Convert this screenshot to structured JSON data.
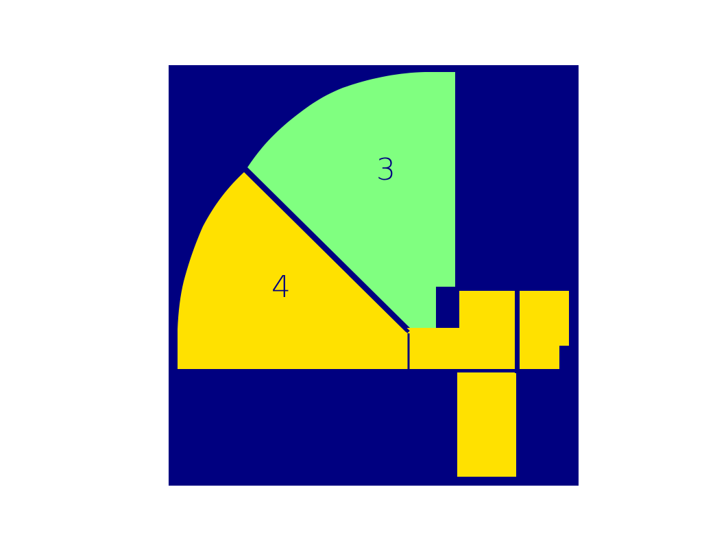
{
  "colors": {
    "background": "#ffffff",
    "field": "#000080",
    "region_3": "#80ff80",
    "region_4": "#ffe100",
    "label": "#000080"
  },
  "regions": [
    {
      "label": "3",
      "color_key": "region_3"
    },
    {
      "label": "4",
      "color_key": "region_4"
    }
  ]
}
